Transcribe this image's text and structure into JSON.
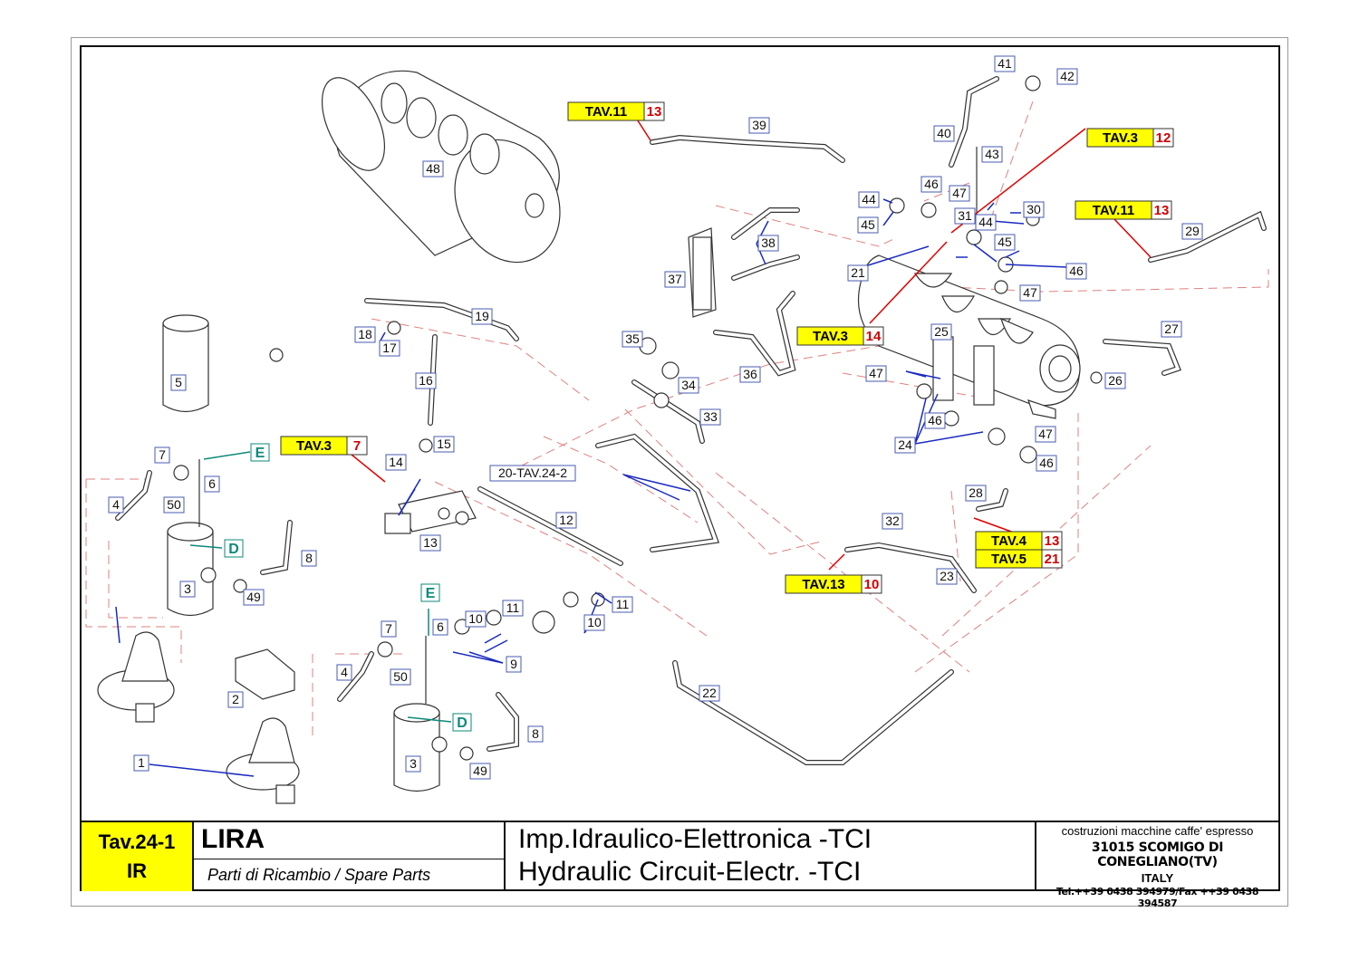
{
  "labels": [
    "1",
    "2",
    "3",
    "3",
    "4",
    "4",
    "5",
    "6",
    "6",
    "7",
    "7",
    "8",
    "8",
    "9",
    "10",
    "10",
    "11",
    "11",
    "12",
    "13",
    "14",
    "15",
    "16",
    "17",
    "18",
    "19",
    "20-TAV.24-2",
    "21",
    "22",
    "23",
    "24",
    "25",
    "26",
    "27",
    "28",
    "29",
    "30",
    "31",
    "32",
    "33",
    "34",
    "35",
    "36",
    "37",
    "38",
    "39",
    "40",
    "41",
    "42",
    "43",
    "44",
    "44",
    "45",
    "45",
    "46",
    "46",
    "46",
    "46",
    "47",
    "47",
    "47",
    "47",
    "48",
    "49",
    "49",
    "50",
    "50"
  ],
  "refs": [
    {
      "tag": "TAV.11",
      "num": "13"
    },
    {
      "tag": "TAV.3",
      "num": "12"
    },
    {
      "tag": "TAV.11",
      "num": "13"
    },
    {
      "tag": "TAV.3",
      "num": "14"
    },
    {
      "tag": "TAV.3",
      "num": "7"
    },
    {
      "tag": "TAV.4",
      "num": "13"
    },
    {
      "tag": "TAV.5",
      "num": "21"
    },
    {
      "tag": "TAV.13",
      "num": "10"
    }
  ],
  "connectors": [
    "E",
    "D",
    "E",
    "D"
  ],
  "title_block": {
    "code_line1": "Tav.24-1",
    "code_line2": "IR",
    "model": "LIRA",
    "subtitle": "Parti di Ricambio / Spare Parts",
    "desc_it": "Imp.Idraulico-Elettronica -TCI",
    "desc_en": "Hydraulic Circuit-Electr. -TCI",
    "company_line1": "costruzioni macchine caffe' espresso",
    "company_line2": "31015 SCOMIGO DI CONEGLIANO(TV)",
    "company_line3": "ITALY",
    "company_line4": "Tel.++39 0438 394979/Fax ++39 0438 394587"
  },
  "colors": {
    "tag_fill": "#ffff00",
    "tag_number": "#d10000",
    "leader": "#1a2bc0",
    "connector": "#0c8a7a",
    "dashed_path": "#e08080"
  }
}
